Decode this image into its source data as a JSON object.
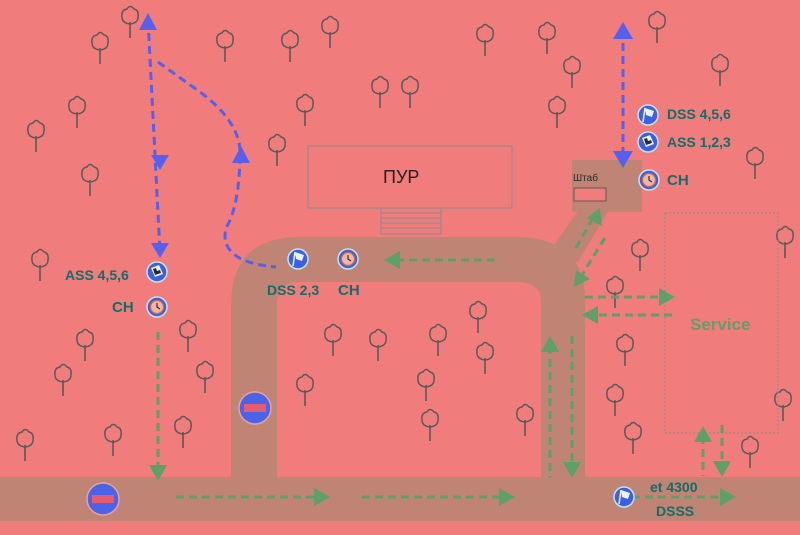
{
  "map": {
    "buildings": {
      "pur": "ПУР",
      "shtab": "Штаб",
      "service": "Service"
    },
    "labels": {
      "dss_456": "DSS 4,5,6",
      "ass_123": "ASS 1,2,3",
      "ch_right": "CH",
      "ass_456": "ASS 4,5,6",
      "ch_left": "CH",
      "dss_23": "DSS 2,3",
      "ch_mid": "CH",
      "et_4300": "et 4300",
      "dsss": "DSSS"
    },
    "icons": {
      "flag": "flag-icon",
      "checkered_flag": "checkered-flag-icon",
      "clock": "clock-icon",
      "no_entry": "no-entry-icon",
      "tree": "tree-icon"
    },
    "colors": {
      "background": "#f07d7b",
      "road": "#bf8474",
      "route_blue": "#5560f0",
      "route_green": "#5da06a",
      "marker_blue": "#3c5fe6",
      "label_teal": "#0f6f6a"
    }
  }
}
